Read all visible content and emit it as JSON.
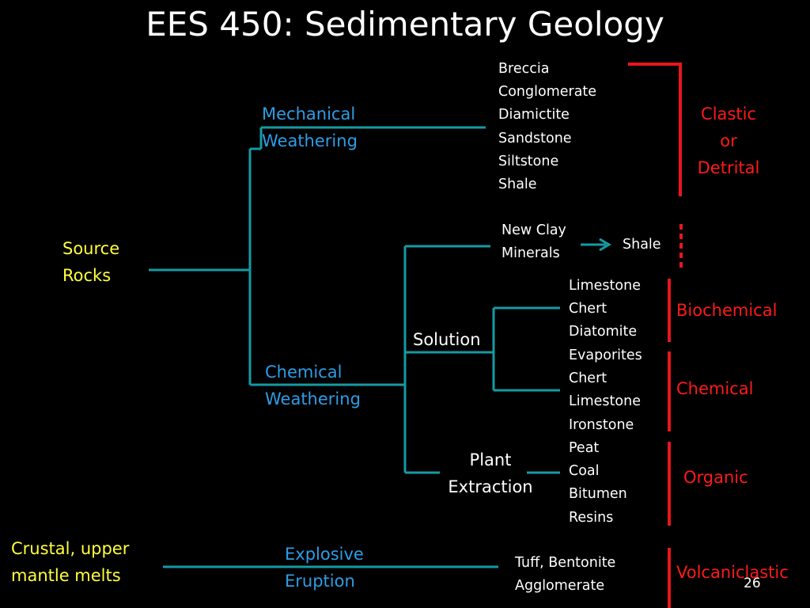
{
  "title": "EES 450: Sedimentary Geology",
  "page_number": "26",
  "colors": {
    "background": "#000000",
    "connector": "#159aa3",
    "category": "#ff1a1a",
    "source": "#ffff3c",
    "process": "#2e9de6",
    "text": "#ffffff"
  },
  "nodes": {
    "source_rocks": [
      "Source",
      "Rocks"
    ],
    "mechanical_weathering": [
      "Mechanical",
      "Weathering"
    ],
    "chemical_weathering": [
      "Chemical",
      "Weathering"
    ],
    "solution": "Solution",
    "plant_extraction": [
      "Plant",
      "Extraction"
    ],
    "new_clay_minerals": [
      "New Clay",
      "Minerals"
    ],
    "shale": "Shale",
    "crustal_melts": [
      "Crustal, upper",
      "mantle melts"
    ],
    "explosive_eruption": [
      "Explosive",
      "Eruption"
    ]
  },
  "rock_lists": {
    "clastic": [
      "Breccia",
      "Conglomerate",
      "Diamictite",
      "Sandstone",
      "Siltstone",
      "Shale"
    ],
    "biochemical": [
      "Limestone",
      "Chert",
      "Diatomite"
    ],
    "chemical": [
      "Evaporites",
      "Chert",
      "Limestone",
      "Ironstone"
    ],
    "organic": [
      "Peat",
      "Coal",
      "Bitumen",
      "Resins"
    ],
    "volcaniclastic": [
      "Tuff, Bentonite",
      "Agglomerate"
    ]
  },
  "categories": {
    "clastic": [
      "Clastic",
      "or",
      "Detrital"
    ],
    "biochemical": "Biochemical",
    "chemical": "Chemical",
    "organic": "Organic",
    "volcaniclastic": "Volcaniclastic"
  }
}
